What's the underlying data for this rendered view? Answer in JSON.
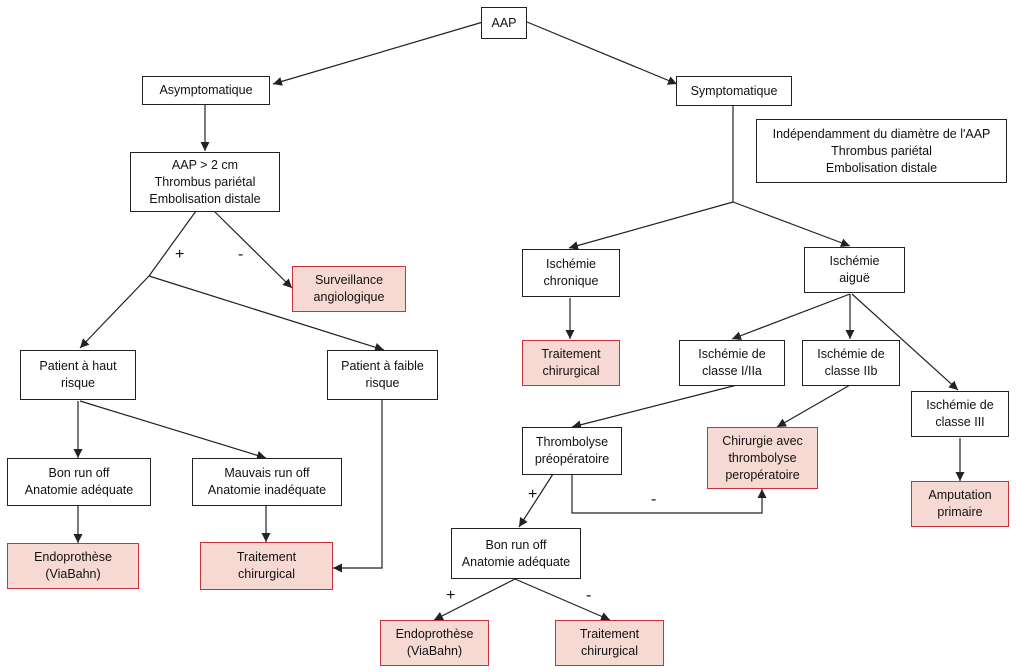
{
  "nodes": {
    "aap": "AAP",
    "asympt": "Asymptomatique",
    "sympt": "Symptomatique",
    "note": "Indépendamment du diamètre de l'AAP\nThrombus pariétal\nEmbolisation distale",
    "crit": "AAP > 2 cm\nThrombus pariétal\nEmbolisation distale",
    "surv": "Surveillance\nangiologique",
    "haut": "Patient à haut\nrisque",
    "faible": "Patient à faible\nrisque",
    "bon1": "Bon run off\nAnatomie adéquate",
    "mauvais": "Mauvais run off\nAnatomie inadéquate",
    "endo1": "Endoprothèse\n(ViaBahn)",
    "trait1": "Traitement\nchirurgical",
    "ischchron": "Ischémie\nchronique",
    "ischaig": "Ischémie\naiguë",
    "trait2": "Traitement\nchirurgical",
    "class1": "Ischémie de\nclasse I/IIa",
    "class2": "Ischémie de\nclasse IIb",
    "class3": "Ischémie de\nclasse III",
    "thrombo": "Thrombolyse\npréopératoire",
    "chir": "Chirurgie avec\nthrombolyse\nperopératoire",
    "amput": "Amputation\nprimaire",
    "bon2": "Bon run off\nAnatomie adéquate",
    "endo2": "Endoprothèse\n(ViaBahn)",
    "trait3": "Traitement\nchirurgical"
  },
  "signs": {
    "plus1": "+",
    "minus1": "-",
    "plus2": "+",
    "minus2": "-",
    "plus3": "+",
    "minus3": "-"
  },
  "colors": {
    "outcome_fill": "#f7d9d3",
    "outcome_border": "#c8323c",
    "line": "#222222"
  }
}
